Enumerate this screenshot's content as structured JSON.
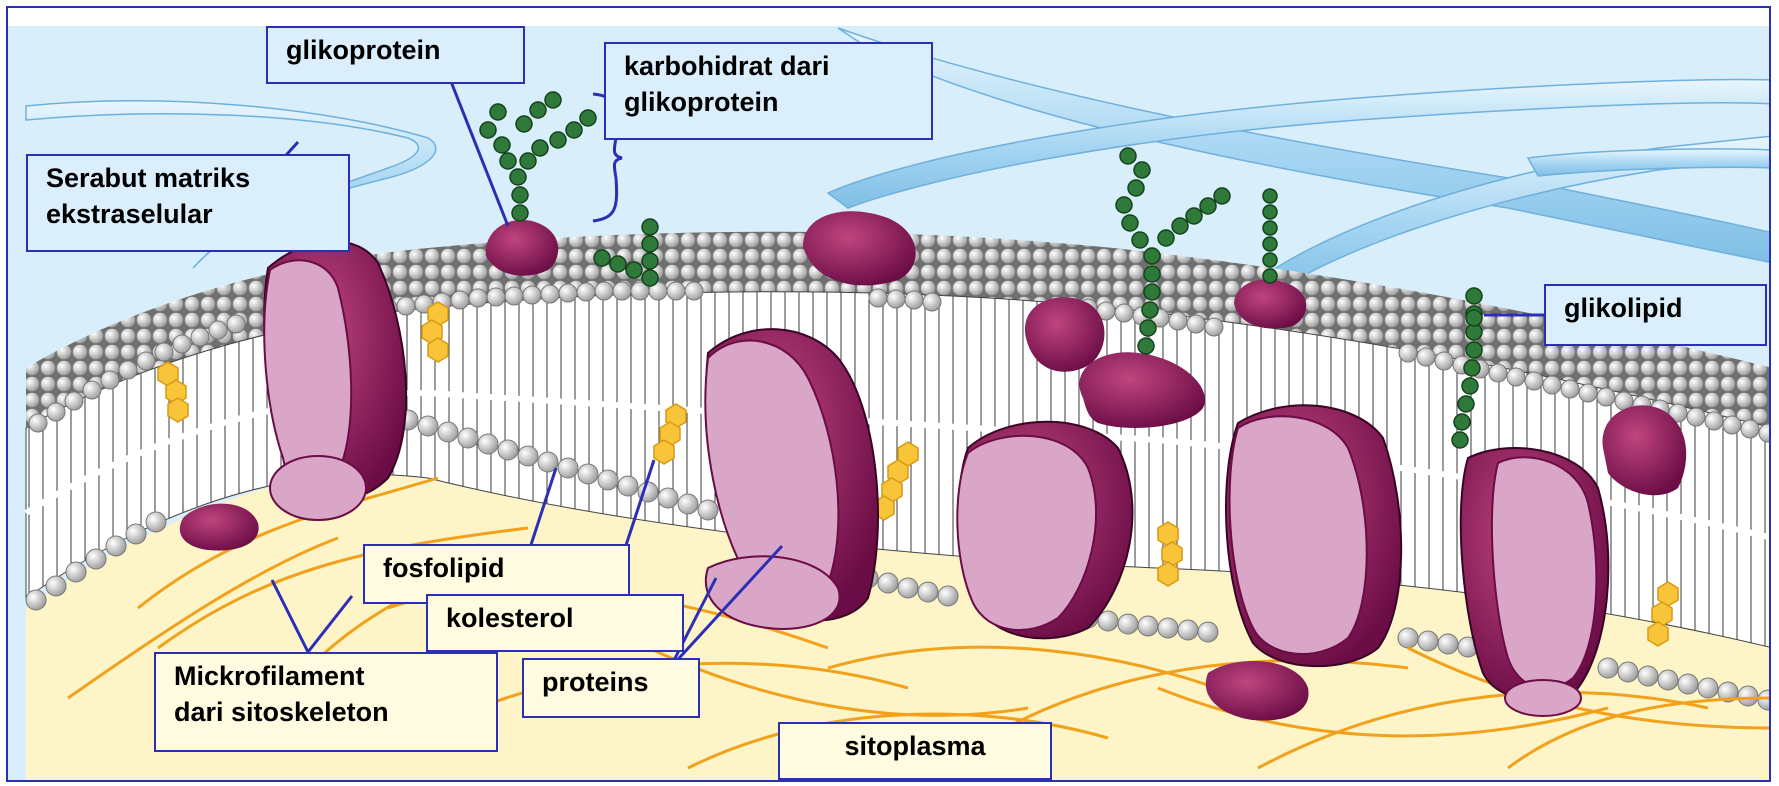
{
  "diagram": {
    "labels": {
      "glikoprotein": "glikoprotein",
      "karbohidrat_line1": "karbohidrat dari",
      "karbohidrat_line2": "glikoprotein",
      "serabut_line1": "Serabut matriks",
      "serabut_line2": "ekstraselular",
      "glikolipid": "glikolipid",
      "fosfolipid": "fosfolipid",
      "kolesterol": "kolesterol",
      "mikrofilament_line1": "Mickrofilament",
      "mikrofilament_line2": "dari sitoskeleton",
      "proteins": "proteins",
      "sitoplasma": "sitoplasma"
    },
    "colors": {
      "border": "#2b2fb5",
      "extracellular": "#d8eefb",
      "cytoplasm": "#fdf5c8",
      "protein_face": "#d9a6c8",
      "protein_side": "#7a1050",
      "fiber": "#a8d6f2",
      "filament": "#f2a11d",
      "carbohydrate": "#2f7a3b",
      "cholesterol": "#f7c43a"
    }
  }
}
